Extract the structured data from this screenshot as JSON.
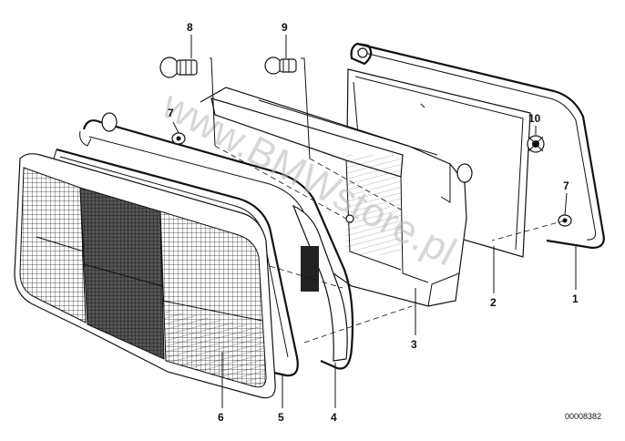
{
  "callouts": {
    "c1": "1",
    "c2": "2",
    "c3": "3",
    "c4": "4",
    "c5": "5",
    "c6": "6",
    "c7a": "7",
    "c7b": "7",
    "c8": "8",
    "c9": "9",
    "c10": "10"
  },
  "document_id": "00008382",
  "watermark": "www.BMWstore.pl"
}
